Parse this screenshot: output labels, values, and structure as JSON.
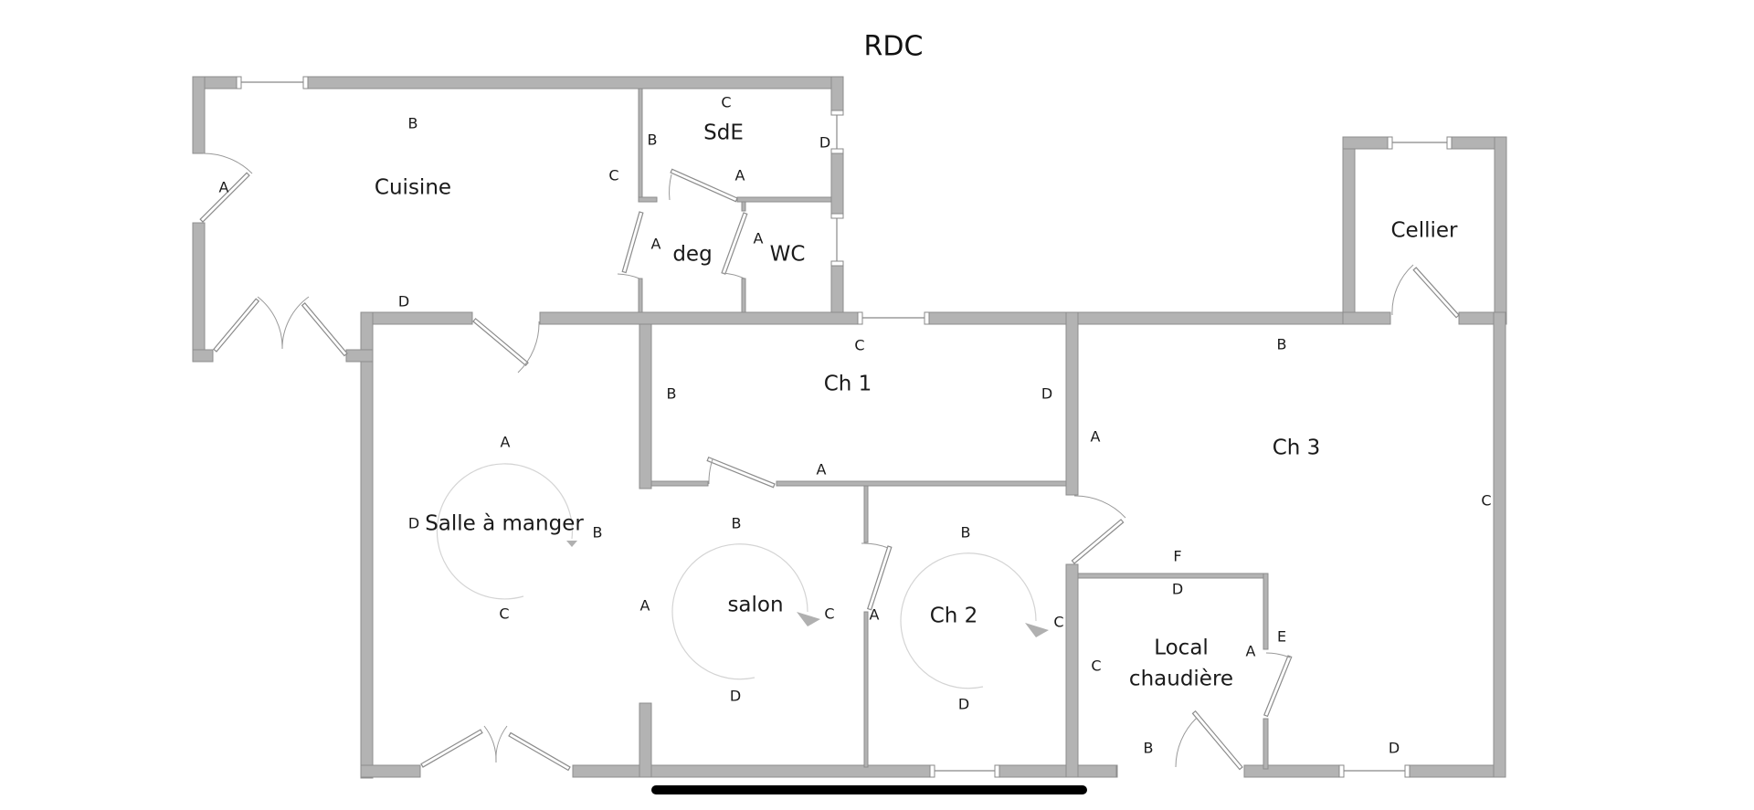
{
  "title": "RDC",
  "rooms": [
    {
      "id": "cuisine",
      "label": "Cuisine"
    },
    {
      "id": "sde",
      "label": "SdE"
    },
    {
      "id": "deg",
      "label": "deg"
    },
    {
      "id": "wc",
      "label": "WC"
    },
    {
      "id": "cellier",
      "label": "Cellier"
    },
    {
      "id": "salle-a-manger",
      "label": "Salle à manger"
    },
    {
      "id": "ch1",
      "label": "Ch 1"
    },
    {
      "id": "ch3",
      "label": "Ch 3"
    },
    {
      "id": "salon",
      "label": "salon"
    },
    {
      "id": "ch2",
      "label": "Ch 2"
    },
    {
      "id": "local-chaudiere",
      "label": "Local chaudière",
      "lines": [
        "Local",
        "chaudière"
      ]
    }
  ],
  "wall_labels": {
    "cuisine": {
      "A": "A",
      "B": "B",
      "C": "C",
      "D": "D"
    },
    "sde": {
      "A": "A",
      "B": "B",
      "C": "C",
      "D": "D"
    },
    "deg": {
      "A": "A"
    },
    "wc": {
      "A": "A"
    },
    "salle_a_manger": {
      "A": "A",
      "B": "B",
      "C": "C",
      "D": "D"
    },
    "ch1": {
      "A": "A",
      "B": "B",
      "C": "C",
      "D": "D"
    },
    "ch3": {
      "A": "A",
      "B": "B",
      "C": "C",
      "D": "D",
      "E": "E",
      "F": "F"
    },
    "salon": {
      "A": "A",
      "B": "B",
      "C": "C",
      "D": "D"
    },
    "ch2": {
      "A": "A",
      "B": "B",
      "C": "C",
      "D": "D"
    },
    "local_chaudiere": {
      "A": "A",
      "B": "B",
      "C": "C",
      "D": "D"
    }
  },
  "colors": {
    "wall": "#b3b3b3",
    "wall_stroke": "#8c8c8c",
    "background": "#ffffff",
    "text": "#1a1a1a",
    "home_indicator": "#000000"
  }
}
